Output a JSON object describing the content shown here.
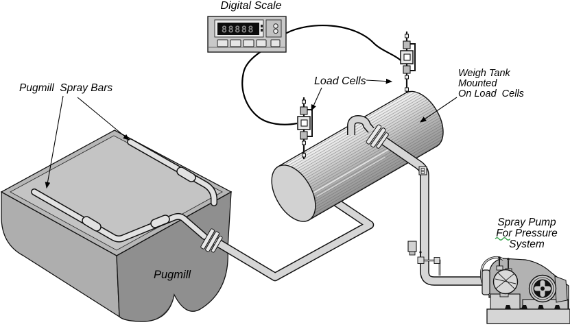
{
  "scene": {
    "labels": {
      "digital_scale": "Digital Scale",
      "pugmill_spray_bars": "Pugmill  Spray Bars",
      "load_cells": "Load Cells",
      "weigh_tank_1": "Weigh Tank",
      "weigh_tank_2": "Mounted",
      "weigh_tank_3": "On Load  Cells",
      "pugmill": "Pugmill",
      "spray_pump_1": "Spray Pump",
      "spray_pump_2": "For Pressure",
      "spray_pump_3": "System"
    },
    "digital_scale": {
      "readout": "88888"
    },
    "colors": {
      "outline": "#111111",
      "pipe_fill": "#d6d6d6",
      "tank_light": "#f2f2f2",
      "tank_dark": "#979797",
      "pugmill_top": "#b7b7b7",
      "pugmill_front": "#aeaeae",
      "pugmill_side": "#8f8f8f",
      "display_background": "#0d0d0d",
      "display_digits": "#8a8a8a",
      "squiggle_green": "#2f9e44"
    }
  }
}
